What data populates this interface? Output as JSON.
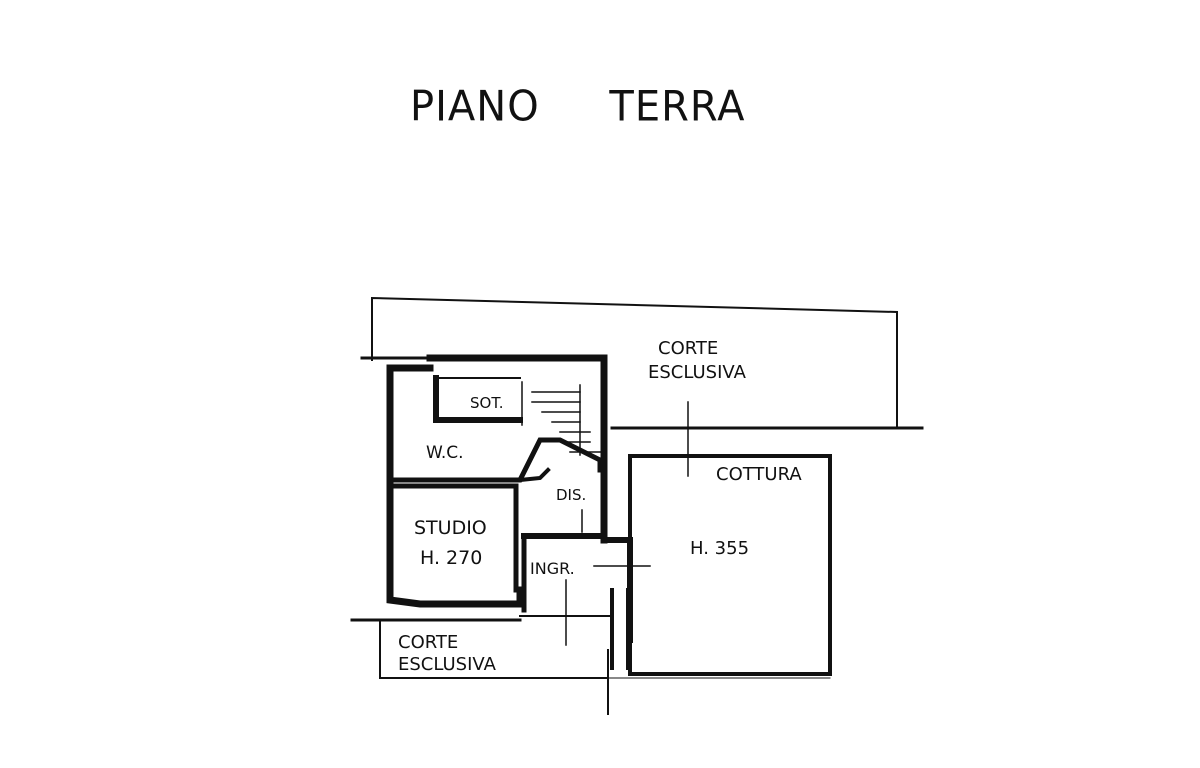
{
  "title": "PIANO TERRA",
  "labels": {
    "corte_top_line1": "CORTE",
    "corte_top_line2": "ESCLUSIVA",
    "sot": "SOT.",
    "wc": "W.C.",
    "dis": "DIS.",
    "cottura": "COTTURA",
    "cottura_height": "H. 355",
    "studio": "STUDIO",
    "studio_height": "H. 270",
    "ingr": "INGR.",
    "corte_bottom_line1": "CORTE",
    "corte_bottom_line2": "ESCLUSIVA"
  }
}
